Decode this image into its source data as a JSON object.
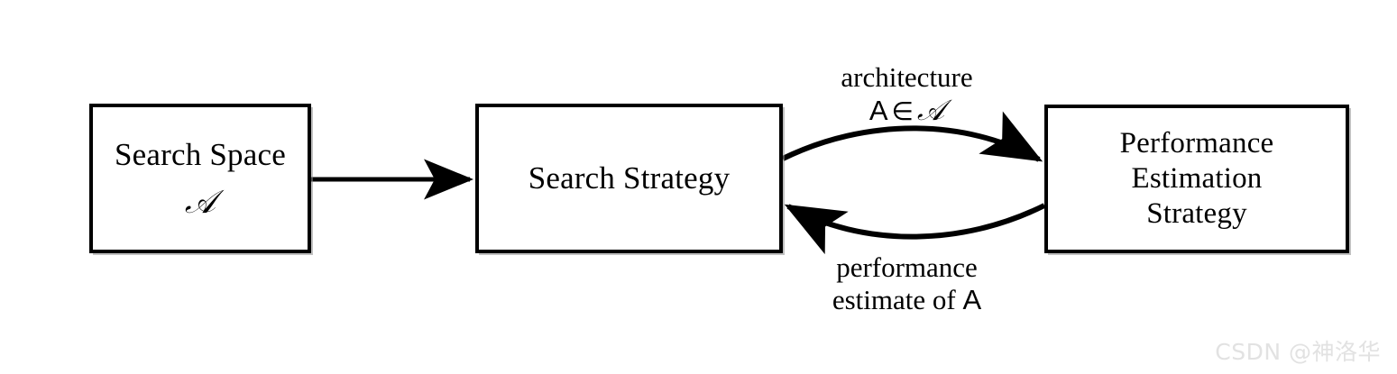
{
  "diagram": {
    "title": "Neural Architecture Search abstract illustration",
    "background_color": "#ffffff",
    "stroke_color": "#000000",
    "boxes": [
      {
        "id": "search-space",
        "lines": [
          "Search Space"
        ],
        "symbol": "ᴬ",
        "symbol_text": "𝒜"
      },
      {
        "id": "search-strategy",
        "lines": [
          "Search Strategy"
        ]
      },
      {
        "id": "performance-estimation",
        "lines": [
          "Performance",
          "Estimation",
          "Strategy"
        ]
      }
    ],
    "edges": {
      "space_to_strategy": {
        "style": "straight-arrow",
        "label": ""
      },
      "strategy_to_performance": {
        "style": "curved-arrow-top",
        "label_line1": "architecture",
        "label_line2_var": "A",
        "label_line2_op": "∈",
        "label_line2_set": "𝒜"
      },
      "performance_to_strategy": {
        "style": "curved-arrow-bottom",
        "label_line1": "performance",
        "label_line2_prefix": "estimate of",
        "label_line2_var": "A"
      }
    }
  },
  "watermark": {
    "text": "CSDN @神洛华",
    "color": "#e2e2e2"
  }
}
